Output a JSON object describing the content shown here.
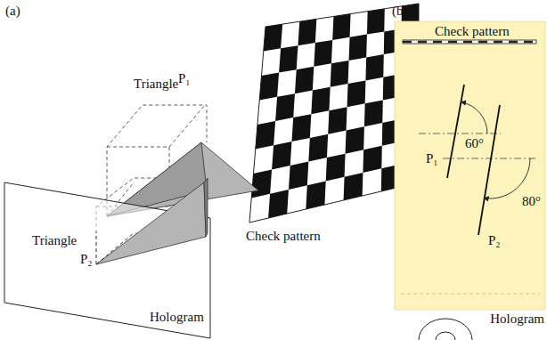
{
  "diagram": {
    "labels": [
      "(a)",
      "Triangle",
      "P₁",
      "Triangle",
      "P₂",
      "Check pattern",
      "Hologram",
      "(b)",
      "Check pattern",
      "P₁",
      "60°",
      "80°",
      "P₂",
      "Hologram"
    ]
  }
}
